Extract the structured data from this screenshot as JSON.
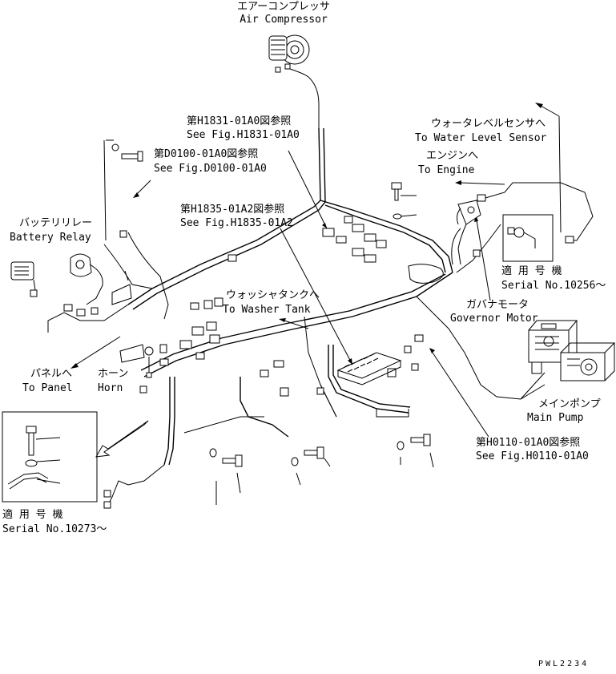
{
  "labels": {
    "air_compressor": {
      "jp": "エアーコンプレッサ",
      "en": "Air Compressor"
    },
    "see_h1831": {
      "jp": "第H1831-01A0図参照",
      "en": "See Fig.H1831-01A0"
    },
    "see_d0100": {
      "jp": "第D0100-01A0図参照",
      "en": "See Fig.D0100-01A0"
    },
    "see_h1835": {
      "jp": "第H1835-01A2図参照",
      "en": "See Fig.H1835-01A2"
    },
    "battery_relay": {
      "jp": "バッテリリレー",
      "en": "Battery Relay"
    },
    "washer_tank": {
      "jp": "ウォッシャタンクへ",
      "en": "To Washer Tank"
    },
    "to_panel": {
      "jp": "パネルへ",
      "en": "To Panel"
    },
    "horn": {
      "jp": "ホーン",
      "en": "Horn"
    },
    "water_level": {
      "jp": "ウォータレベルセンサへ",
      "en": "To Water Level Sensor"
    },
    "to_engine": {
      "jp": "エンジンへ",
      "en": "To Engine"
    },
    "serial_10256": {
      "jp": "適 用 号 機",
      "en": "Serial No.10256～"
    },
    "governor_motor": {
      "jp": "ガバナモータ",
      "en": "Governor Motor"
    },
    "main_pump": {
      "jp": "メインポンプ",
      "en": "Main Pump"
    },
    "see_h0110": {
      "jp": "第H0110-01A0図参照",
      "en": "See Fig.H0110-01A0"
    },
    "serial_10273": {
      "jp": "適 用 号 機",
      "en": "Serial No.10273～"
    },
    "drawing_code": "PWL2234"
  }
}
